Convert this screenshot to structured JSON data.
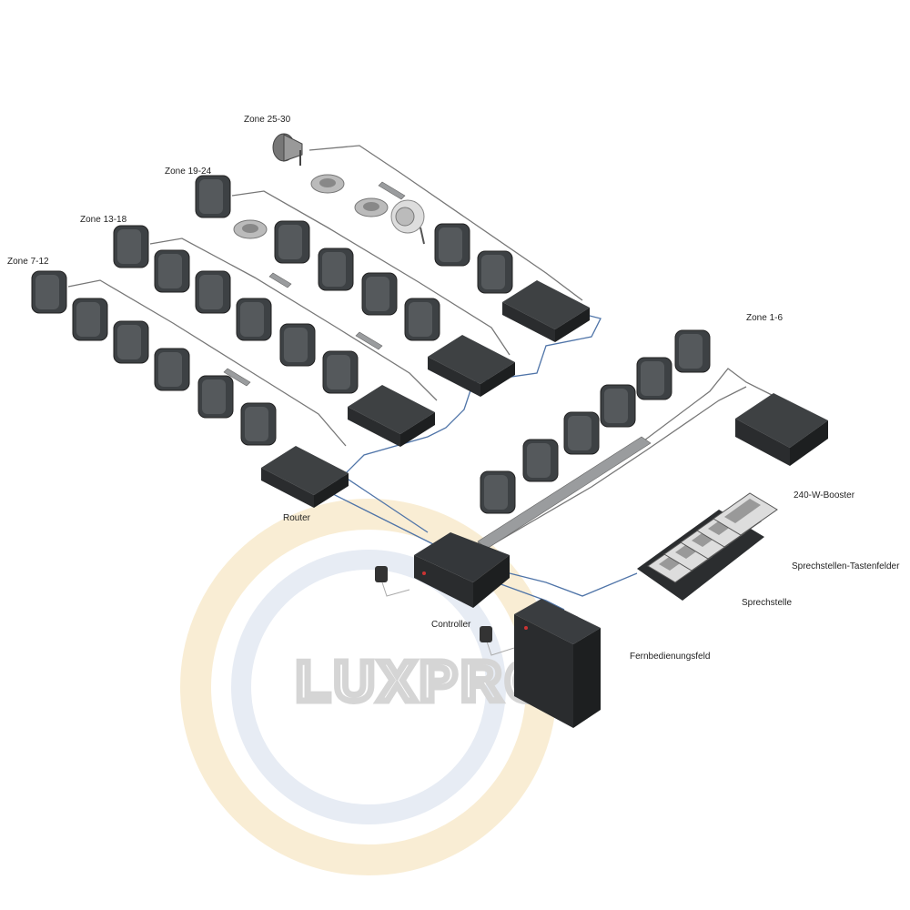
{
  "labels": {
    "zone_25_30": "Zone 25-30",
    "zone_19_24": "Zone 19-24",
    "zone_13_18": "Zone 13-18",
    "zone_7_12": "Zone 7-12",
    "zone_1_6": "Zone 1-6",
    "booster": "240-W-Booster",
    "router": "Router",
    "keypads": "Sprechstellen-Tastenfelder",
    "callstation": "Sprechstelle",
    "controller": "Controller",
    "remote_panel": "Fernbedienungsfeld"
  },
  "watermark": {
    "text": "LUXPRO",
    "ring_colors": [
      "#f6e7c4",
      "#d9e3f0"
    ]
  }
}
